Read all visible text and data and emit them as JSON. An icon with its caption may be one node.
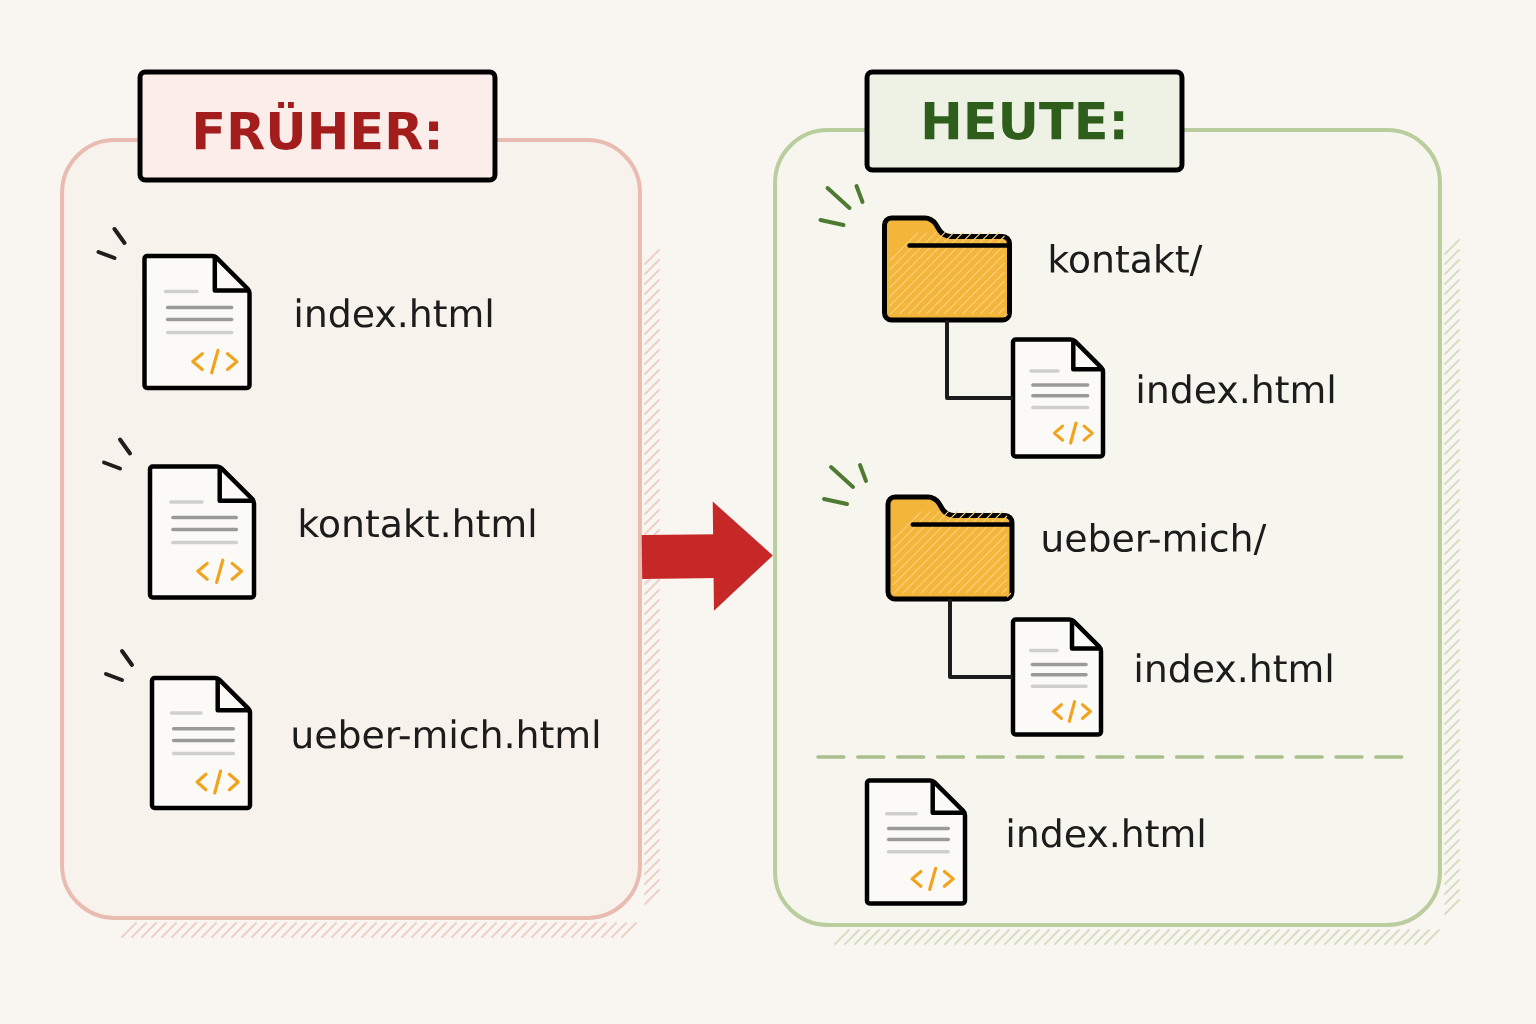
{
  "diagram": {
    "nodes": [
      {
        "text": [
          "FRÜHER:"
        ]
      },
      {
        "text": [],
        "shape": "document",
        "beside": [
          "index.html"
        ],
        "in": 0
      },
      {
        "text": [],
        "shape": "document",
        "beside": [
          "kontakt.html"
        ],
        "in": 0
      },
      {
        "text": [],
        "shape": "document",
        "beside": [
          "ueber-mich.html"
        ],
        "in": 0
      },
      {
        "text": [
          "HEUTE:"
        ]
      },
      {
        "text": [],
        "shape": "folder",
        "beside": [
          "kontakt/"
        ],
        "in": 4
      },
      {
        "text": [],
        "shape": "document",
        "beside": [
          "index.html"
        ],
        "in": 4
      },
      {
        "text": [],
        "shape": "folder",
        "beside": [
          "ueber-mich/"
        ],
        "in": 4
      },
      {
        "text": [],
        "shape": "document",
        "beside": [
          "index.html"
        ],
        "in": 4
      },
      {
        "text": [],
        "shape": "document",
        "beside": [
          "index.html"
        ],
        "in": 4
      }
    ],
    "edges": [
      {
        "from": 0,
        "to": 4,
        "arrow": "to",
        "style": "thick",
        "color": "#c62828"
      },
      {
        "from": 5,
        "to": 6,
        "arrow": "none"
      },
      {
        "from": 7,
        "to": 8,
        "arrow": "none"
      }
    ]
  }
}
